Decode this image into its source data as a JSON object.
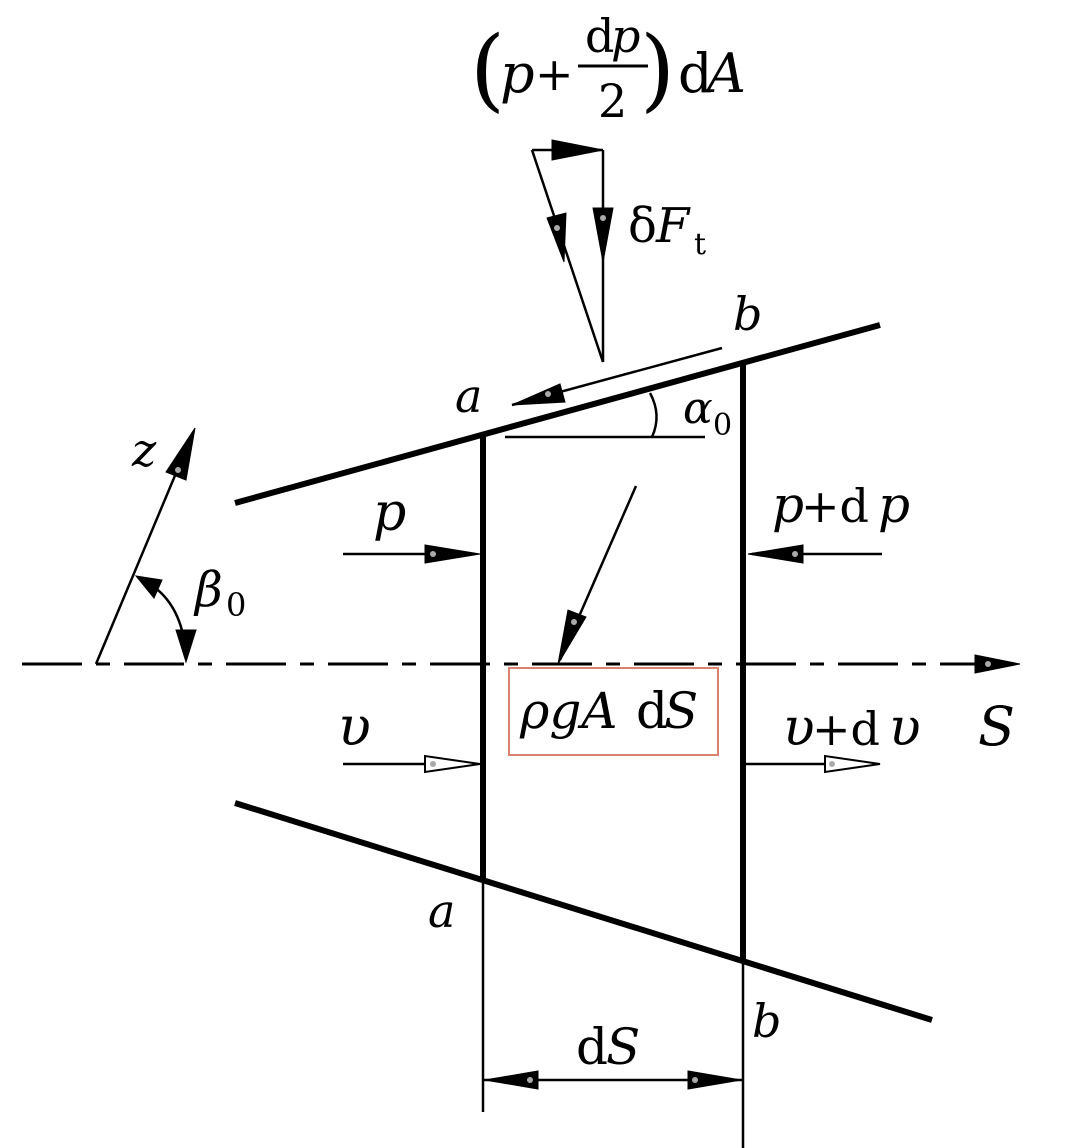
{
  "formula": {
    "lparen": "(",
    "p": "p",
    "plus": "+",
    "num_d": "d",
    "num_p": "p",
    "den": "2",
    "rparen": ")",
    "dA_d": "d",
    "dA_A": "A"
  },
  "labels": {
    "delta": "δ",
    "F": "F",
    "t": "t",
    "a_top": "a",
    "b_top": "b",
    "alpha": "α",
    "alpha_sub": "0",
    "z": "z",
    "beta": "β",
    "beta_sub": "0",
    "p_left": "p",
    "p_right_p": "p",
    "p_right_plus": "+d",
    "p_right_p2": "p",
    "v_left": "υ",
    "v_right_v": "υ",
    "v_right_plus": "+d",
    "v_right_v2": "υ",
    "S_axis": "S",
    "weight_rho": "ρgA",
    "weight_d": "d",
    "weight_S": "S",
    "a_bottom": "a",
    "b_bottom": "b",
    "dS_d": "d",
    "dS_S": "S"
  },
  "colors": {
    "lines": "#000000",
    "highlight_box": "#d9826f"
  }
}
